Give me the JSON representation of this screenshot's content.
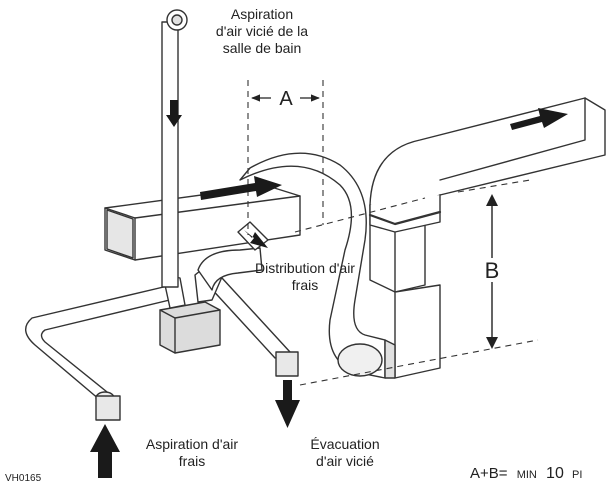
{
  "labels": {
    "bath_exhaust_l1": "Aspiration",
    "bath_exhaust_l2": "d'air vicié de la",
    "bath_exhaust_l3": "salle de bain",
    "dim_a": "A",
    "dim_b": "B",
    "fresh_dist_l1": "Distribution d'air",
    "fresh_dist_l2": "frais",
    "fresh_intake_l1": "Aspiration d'air",
    "fresh_intake_l2": "frais",
    "stale_exhaust_l1": "Évacuation",
    "stale_exhaust_l2": "d'air vicié",
    "formula_prefix": "A+B=",
    "formula_min": "MIN",
    "formula_value": "10",
    "formula_unit": "PI",
    "figure_code": "VH0165"
  },
  "colors": {
    "line": "#333333",
    "arrow": "#1a1a1a",
    "duct_fill": "#ffffff",
    "shade": "#d9d9d9"
  }
}
